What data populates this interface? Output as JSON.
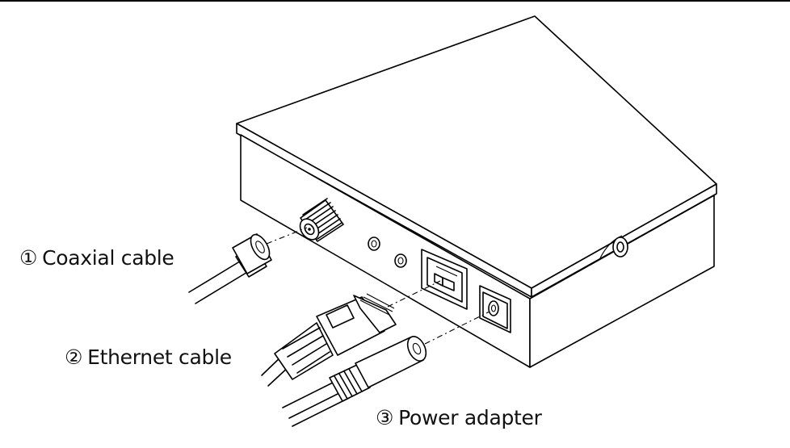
{
  "labels": {
    "coaxial": {
      "number": "①",
      "text": "Coaxial cable"
    },
    "ethernet": {
      "number": "②",
      "text": "Ethernet cable"
    },
    "power": {
      "number": "③",
      "text": "Power adapter"
    }
  },
  "colors": {
    "line": "#000000",
    "background": "#ffffff"
  }
}
